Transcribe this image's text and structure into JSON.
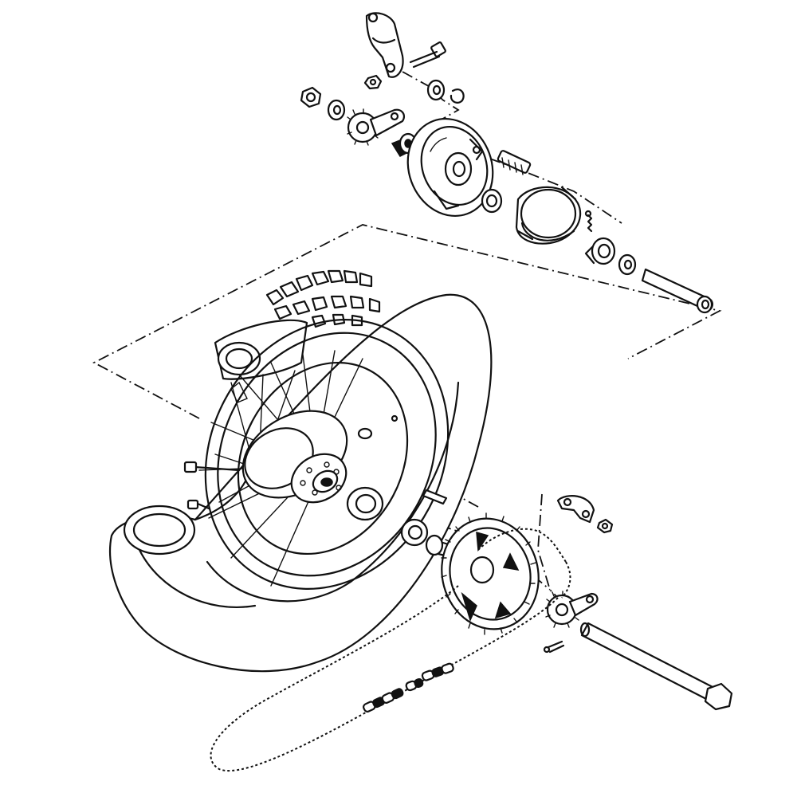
{
  "diagram": {
    "type": "exploded-parts-view",
    "colors": {
      "ink": "#111111",
      "paper": "#ffffff"
    },
    "parts": [
      "tire",
      "rim",
      "spokes",
      "hub",
      "rim-tape",
      "valve-stem",
      "brake-arm",
      "brake-arm-bolt",
      "brake-arm-nut",
      "brake-arm-washer",
      "circlip",
      "axle-nut",
      "axle-washer",
      "chain-adjuster-left",
      "collar",
      "brake-panel",
      "brake-cam",
      "brake-shoes",
      "brake-spring",
      "seal",
      "bearing-left",
      "spacer",
      "hub-bolts",
      "bearing-right",
      "oil-seal",
      "sprocket-flange",
      "rear-sprocket",
      "chain-guide",
      "chain-guide-nut",
      "chain-adjuster-right",
      "cotter-pin",
      "axle",
      "drive-chain",
      "master-link"
    ]
  }
}
